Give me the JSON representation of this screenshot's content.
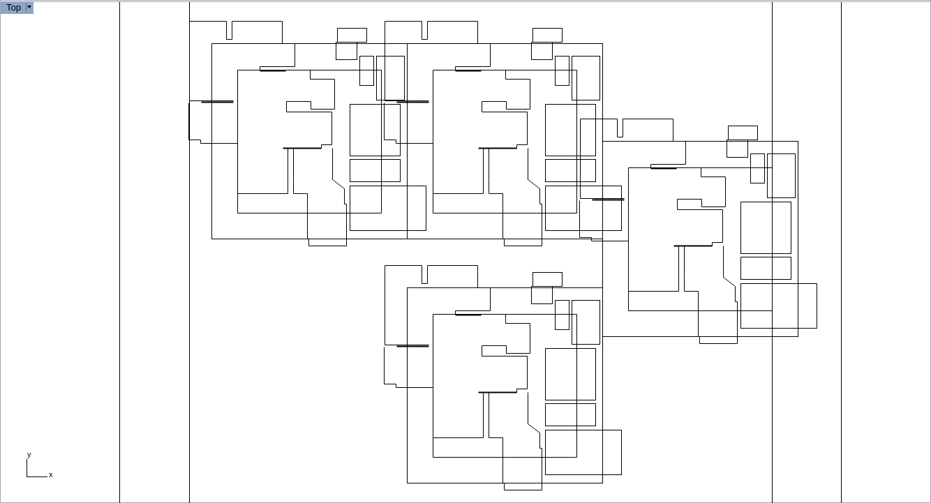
{
  "diagram": {
    "labels": [
      "Top",
      "y",
      "x"
    ]
  }
}
